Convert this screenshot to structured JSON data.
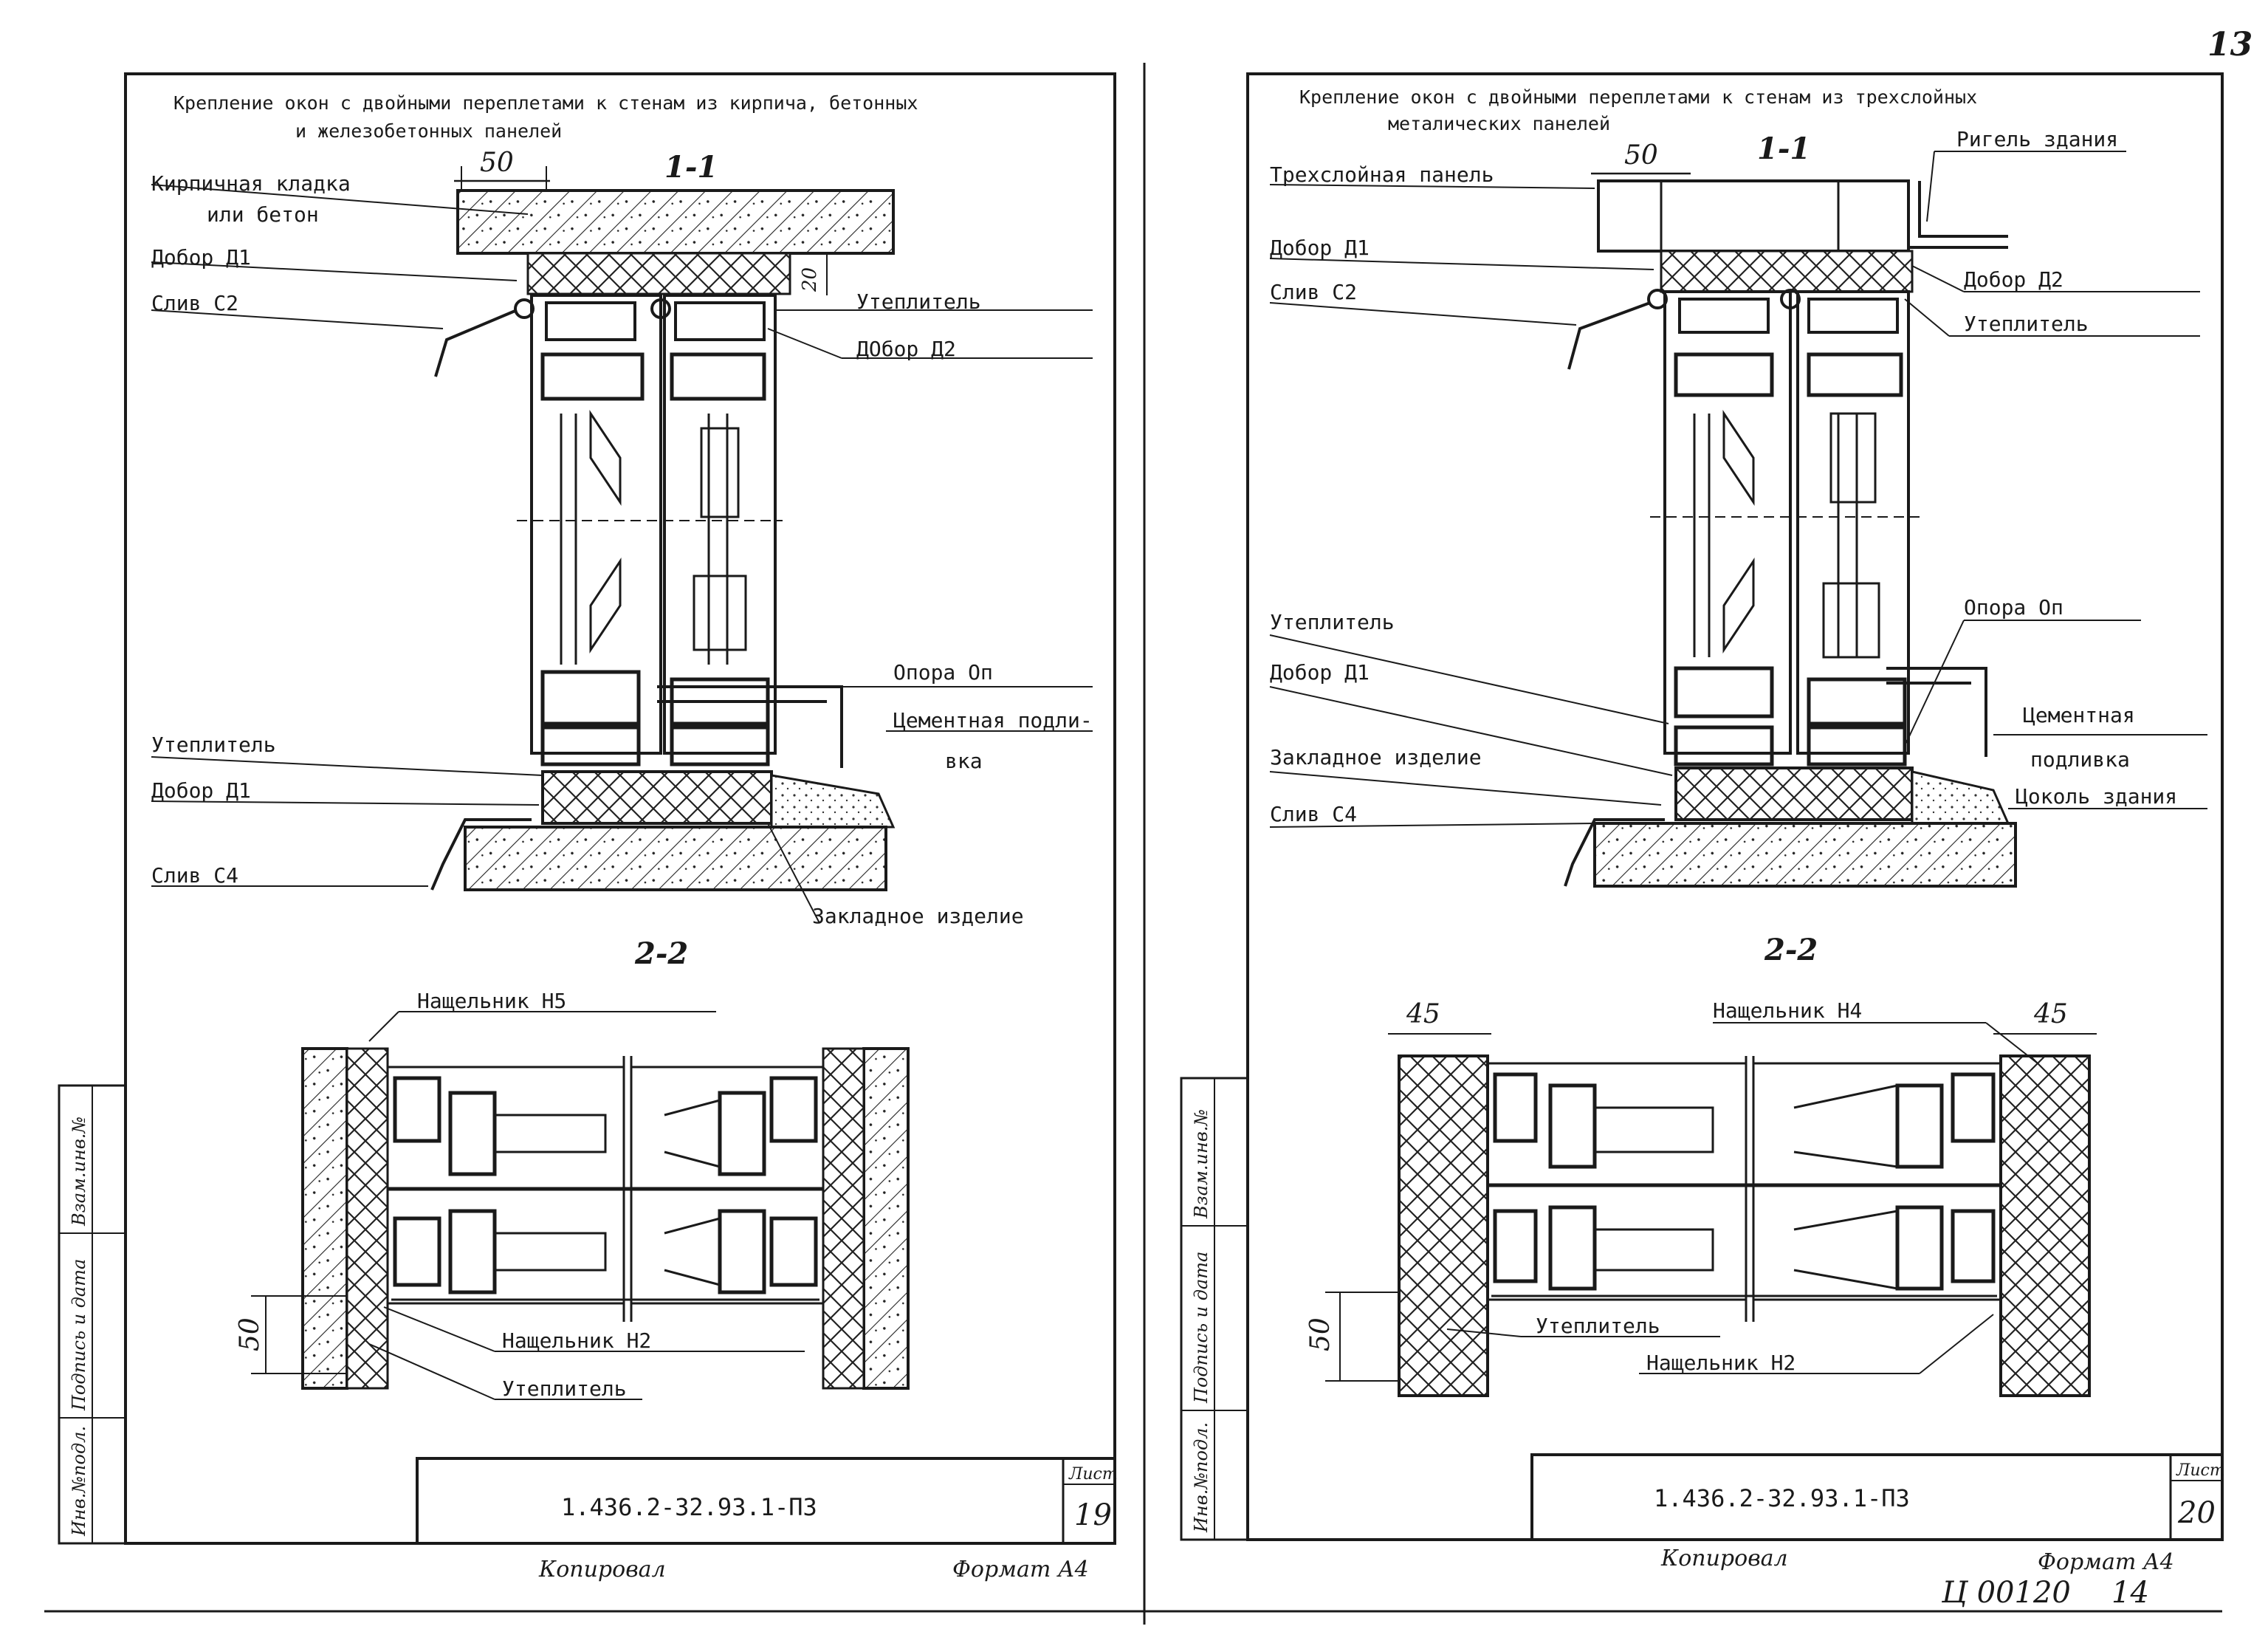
{
  "page_number": "13",
  "page_footer_code": "Ц 00120",
  "page_footer_number": "14",
  "left_sheet": {
    "title_line1": "Крепление окон с двойными переплетами к стенам из кирпича, бетонных",
    "title_line2": "и железобетонных панелей",
    "section_1_label": "1-1",
    "section_2_label": "2-2",
    "dim_50_top": "50",
    "dim_20": "20",
    "dim_50_side": "50",
    "labels": {
      "masonry": "Кирпичная кладка",
      "masonry_2": "или бетон",
      "dobor_d1_top": "Добор Д1",
      "sliv_c2": "Слив С2",
      "insulation_top": "Утеплитель",
      "dobor_d2": "ДОбор Д2",
      "support": "Опора Оп",
      "cement_1": "Цементная подли-",
      "cement_2": "вка",
      "insulation_mid": "Утеплитель",
      "dobor_d1_mid": "Добор Д1",
      "sliv_c4": "Слив С4",
      "embedded": "Закладное изделие",
      "nash_h5": "Нащельник Н5",
      "nash_h2": "Нащельник Н2",
      "insulation_bot": "Утеплитель"
    },
    "stamp_code": "1.436.2-32.93.1-ПЗ",
    "sheet_label": "Лист",
    "sheet_number": "19",
    "copied": "Копировал",
    "format": "Формат А4",
    "side_stamp": [
      "Инв.№подл.",
      "Подпись и дата",
      "Взам.инв.№"
    ]
  },
  "right_sheet": {
    "title_line1": "Крепление окон с двойными переплетами к стенам из трехслойных",
    "title_line2": "металических панелей",
    "section_1_label": "1-1",
    "section_2_label": "2-2",
    "dim_50_top": "50",
    "dim_45_left": "45",
    "dim_45_right": "45",
    "dim_50_side": "50",
    "labels": {
      "three_layer": "Трехслойная панель",
      "girder": "Ригель здания",
      "dobor_d1_top": "Добор Д1",
      "sliv_c2": "Слив С2",
      "dobor_d2": "Добор Д2",
      "insulation_top": "Утеплитель",
      "support": "Опора Оп",
      "insulation_mid": "Утеплитель",
      "dobor_d1_mid": "Добор Д1",
      "cement_1": "Цементная",
      "cement_2": "подливка",
      "embedded": "Закладное изделие",
      "sliv_c4": "Слив С4",
      "plinth": "Цоколь здания",
      "nash_h4": "Нащельник Н4",
      "insulation_bot": "Утеплитель",
      "nash_h2": "Нащельник Н2"
    },
    "stamp_code": "1.436.2-32.93.1-ПЗ",
    "sheet_label": "Лист",
    "sheet_number": "20",
    "copied": "Копировал",
    "format": "Формат А4",
    "side_stamp": [
      "Инв.№подл.",
      "Подпись и дата",
      "Взам.инв.№"
    ]
  }
}
